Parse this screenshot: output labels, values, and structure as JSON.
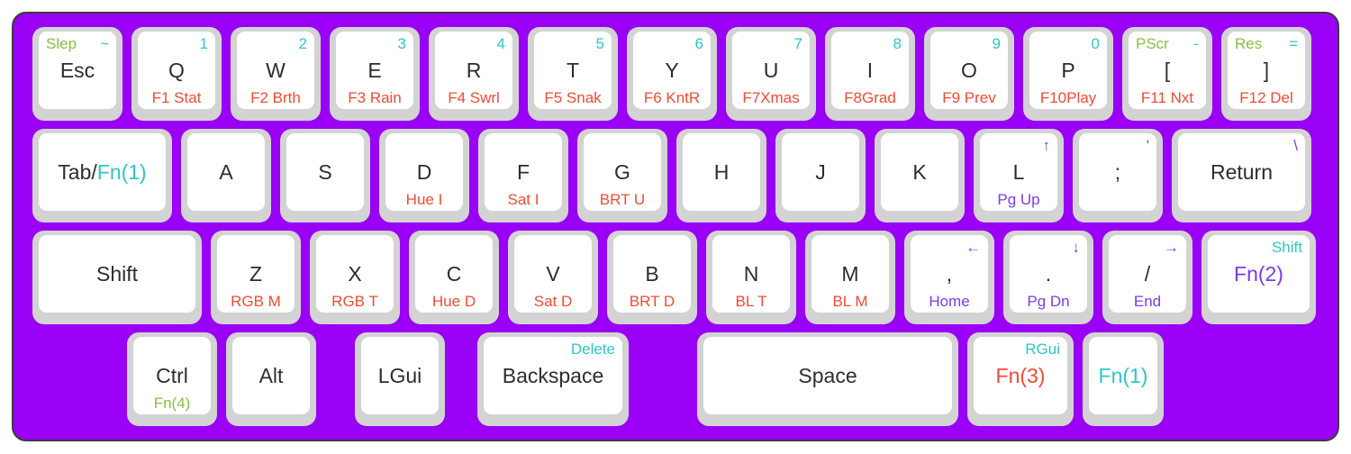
{
  "palette": {
    "board_background": "#9900f5",
    "key_base": "#d3d3d3",
    "key_face": "#ffffff",
    "legend_default": "#2d2d2d",
    "legend_layer_cyan": "#2fc6c6",
    "legend_layer_red": "#f14b33",
    "legend_layer_violet": "#7e3be8",
    "legend_layer_green": "#8abf3f"
  },
  "keyboard": {
    "rows": [
      {
        "keys": [
          {
            "tl": "Slep",
            "tr": "~",
            "main": "Esc"
          },
          {
            "tr": "1",
            "main": "Q",
            "bottom": "F1 Stat"
          },
          {
            "tr": "2",
            "main": "W",
            "bottom": "F2 Brth"
          },
          {
            "tr": "3",
            "main": "E",
            "bottom": "F3 Rain"
          },
          {
            "tr": "4",
            "main": "R",
            "bottom": "F4 Swrl"
          },
          {
            "tr": "5",
            "main": "T",
            "bottom": "F5 Snak"
          },
          {
            "tr": "6",
            "main": "Y",
            "bottom": "F6 KntR"
          },
          {
            "tr": "7",
            "main": "U",
            "bottom": "F7Xmas"
          },
          {
            "tr": "8",
            "main": "I",
            "bottom": "F8Grad"
          },
          {
            "tr": "9",
            "main": "O",
            "bottom": "F9 Prev"
          },
          {
            "tr": "0",
            "main": "P",
            "bottom": "F10Play"
          },
          {
            "tl": "PScr",
            "tr": "-",
            "main": "[",
            "bottom": "F11 Nxt"
          },
          {
            "tl": "Res",
            "tr": "=",
            "main": "]",
            "bottom": "F12 Del"
          }
        ]
      },
      {
        "keys": [
          {
            "main": "Tab/",
            "main2": "Fn(1)"
          },
          {
            "main": "A"
          },
          {
            "main": "S"
          },
          {
            "main": "D",
            "bottom": "Hue I"
          },
          {
            "main": "F",
            "bottom": "Sat I"
          },
          {
            "main": "G",
            "bottom": "BRT U"
          },
          {
            "main": "H"
          },
          {
            "main": "J"
          },
          {
            "main": "K"
          },
          {
            "tr": "↑",
            "main": "L",
            "bottom": "Pg Up"
          },
          {
            "tr": "'",
            "main": ";"
          },
          {
            "tr": "\\",
            "main": "Return"
          }
        ]
      },
      {
        "keys": [
          {
            "main": "Shift"
          },
          {
            "main": "Z",
            "bottom": "RGB M"
          },
          {
            "main": "X",
            "bottom": "RGB T"
          },
          {
            "main": "C",
            "bottom": "Hue D"
          },
          {
            "main": "V",
            "bottom": "Sat D"
          },
          {
            "main": "B",
            "bottom": "BRT D"
          },
          {
            "main": "N",
            "bottom": "BL T"
          },
          {
            "main": "M",
            "bottom": "BL M"
          },
          {
            "tr": "←",
            "main": ",",
            "bottom": "Home"
          },
          {
            "tr": "↓",
            "main": ".",
            "bottom": "Pg Dn"
          },
          {
            "tr": "→",
            "main": "/",
            "bottom": "End"
          },
          {
            "tr": "Shift",
            "main": "Fn(2)"
          }
        ]
      },
      {
        "keys": [
          {
            "main": "Ctrl",
            "bottom": "Fn(4)"
          },
          {
            "main": "Alt"
          },
          {
            "main": "LGui"
          },
          {
            "tr": "Delete",
            "main": "Backspace"
          },
          {
            "main": "Space"
          },
          {
            "tr": "RGui",
            "main": "Fn(3)"
          },
          {
            "main": "Fn(1)"
          }
        ]
      }
    ]
  }
}
